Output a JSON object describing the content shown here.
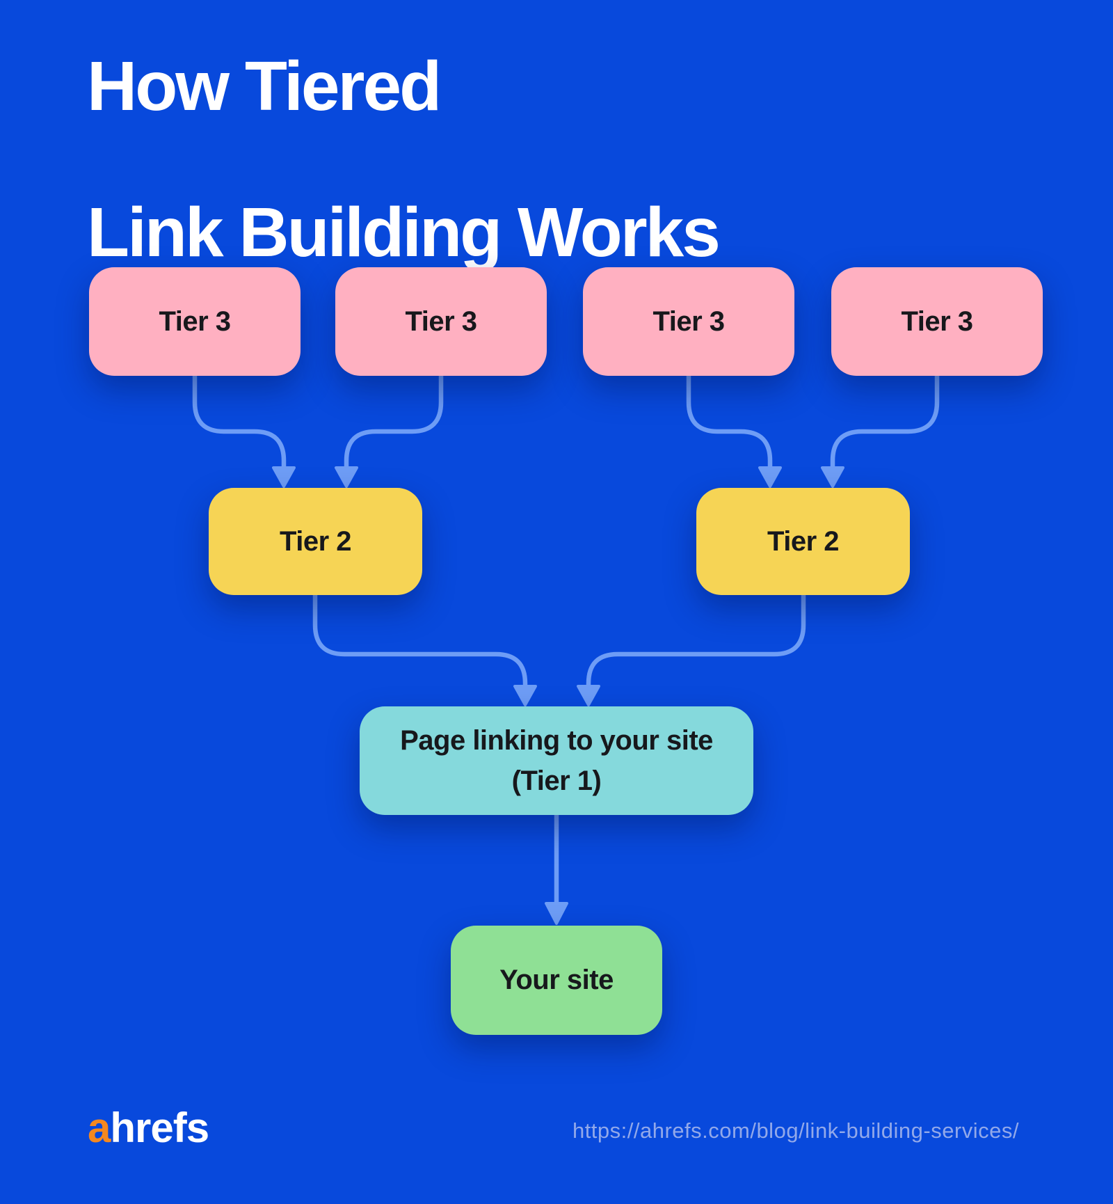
{
  "title": {
    "line1": "How Tiered",
    "line2": "Link Building Works"
  },
  "diagram": {
    "tier3_boxes": [
      {
        "label": "Tier 3"
      },
      {
        "label": "Tier 3"
      },
      {
        "label": "Tier 3"
      },
      {
        "label": "Tier 3"
      }
    ],
    "tier2_boxes": [
      {
        "label": "Tier 2"
      },
      {
        "label": "Tier 2"
      }
    ],
    "tier1_box": {
      "label_line1": "Page linking to your site",
      "label_line2": "(Tier 1)"
    },
    "your_site_box": {
      "label": "Your site"
    }
  },
  "footer": {
    "logo": {
      "prefix": "a",
      "suffix": "hrefs"
    },
    "url": "https://ahrefs.com/blog/link-building-services/"
  },
  "colors": {
    "background": "#0849DC",
    "tier3_pink": "#FFB0C1",
    "tier2_yellow": "#F6D455",
    "tier1_teal": "#85D9DC",
    "your_site_green": "#8FE095",
    "connector_blue": "#6E9DF6",
    "title_text": "#FFFFFF",
    "node_text": "#17181C",
    "url_text": "#92A9EA",
    "logo_orange": "#F5881F",
    "logo_white": "#FFFFFF"
  }
}
